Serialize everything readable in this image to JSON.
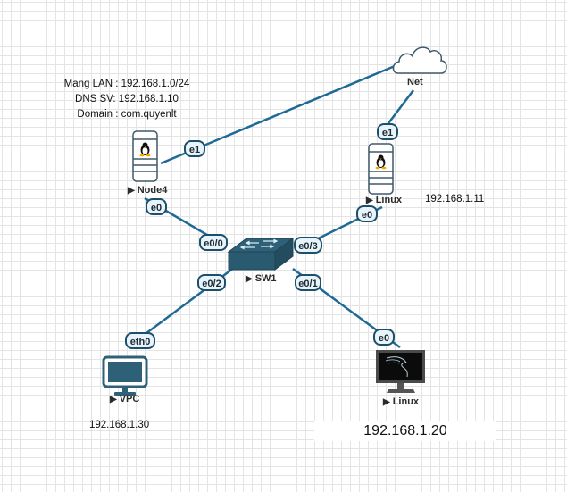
{
  "diagram": {
    "type": "network-topology",
    "info": {
      "lan": "Mang LAN : 192.168.1.0/24",
      "dns": "DNS SV: 192.168.1.10",
      "domain": "Domain : com.quyenlt"
    },
    "nodes": {
      "net": {
        "label": "Net",
        "icon": "cloud-icon"
      },
      "node4": {
        "label": "Node4",
        "icon": "linux-server-icon"
      },
      "linux_server": {
        "label": "Linux",
        "icon": "linux-server-icon",
        "ip": "192.168.1.11"
      },
      "sw1": {
        "label": "SW1",
        "icon": "switch-icon"
      },
      "vpc": {
        "label": "VPC",
        "icon": "pc-monitor-icon",
        "ip": "192.168.1.30"
      },
      "kali": {
        "label": "Linux",
        "icon": "kali-monitor-icon",
        "ip": "192.168.1.20"
      }
    },
    "links": [
      {
        "from": "node4",
        "from_if": "e1",
        "to": "net",
        "to_if": ""
      },
      {
        "from": "linux_server",
        "from_if": "e1",
        "to": "net",
        "to_if": ""
      },
      {
        "from": "node4",
        "from_if": "e0",
        "to": "sw1",
        "to_if": "e0/0"
      },
      {
        "from": "linux_server",
        "from_if": "e0",
        "to": "sw1",
        "to_if": "e0/3"
      },
      {
        "from": "vpc",
        "from_if": "eth0",
        "to": "sw1",
        "to_if": "e0/2"
      },
      {
        "from": "kali",
        "from_if": "e0",
        "to": "sw1",
        "to_if": "e0/1"
      }
    ],
    "colors": {
      "link": "#1f6a94",
      "device": "#2e6178",
      "grid": "#e4e4e4"
    }
  }
}
